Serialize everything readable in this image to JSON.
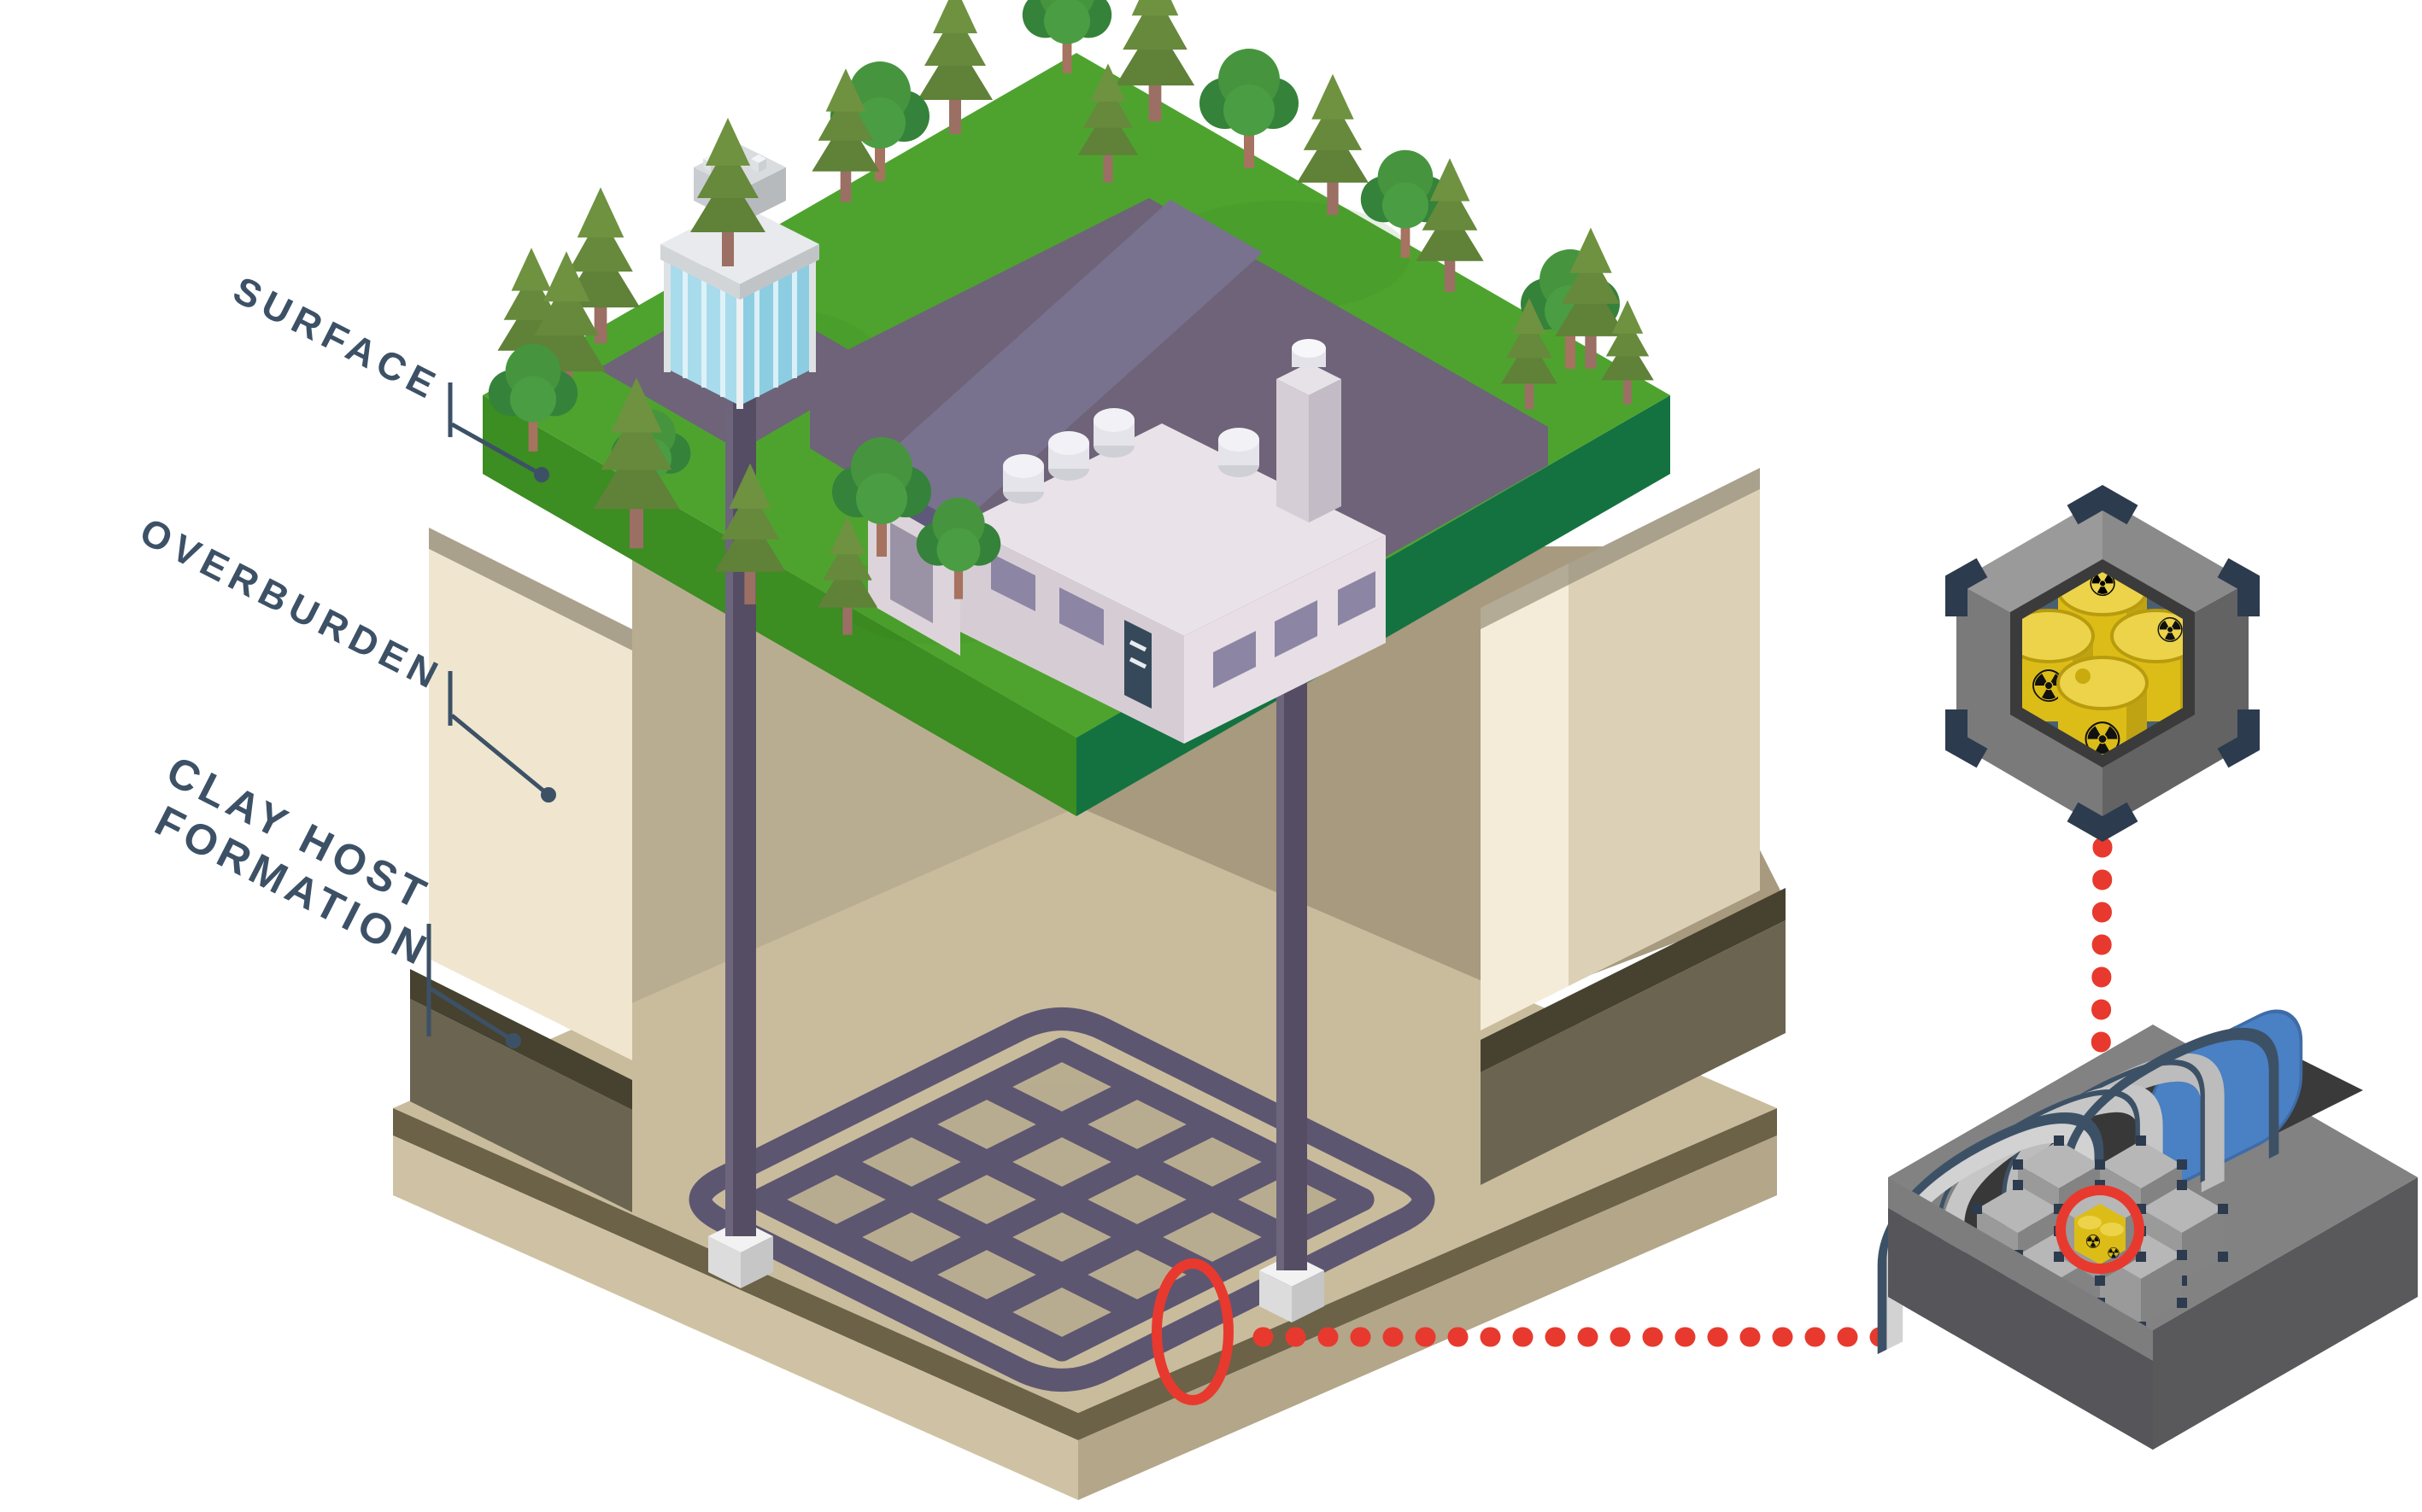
{
  "page": {
    "background": "#ffffff"
  },
  "labels": {
    "surface": "SURFACE",
    "overburden": "OVERBURDEN",
    "clay_host_line1": "CLAY HOST",
    "clay_host_line2": "FORMATION"
  },
  "icons": {
    "radioactive_trefoil": "☢"
  },
  "colors": {
    "label_text": "#3d5166",
    "leader": "#3d5166",
    "grass_top": "#4ea32f",
    "grass_left": "#3c8d22",
    "grass_right": "#147240",
    "paved": "#6e6378",
    "overburden_cream": "#f0e6cf",
    "overburden_cream_right": "#dcd1b6",
    "layer_top_gray": "#a9a18c",
    "clay_dark": "#474130",
    "clay_face": "#6a6450",
    "floor_tan": "#c9bc9d",
    "tunnel": "#5d5671",
    "shaft": "#554d63",
    "red": "#e8392e",
    "navy": "#2c3b4e",
    "barrel_yellow": "#dcbd17",
    "canister_blue": "#4a80c4",
    "container_gray": "#8a8a8a"
  }
}
